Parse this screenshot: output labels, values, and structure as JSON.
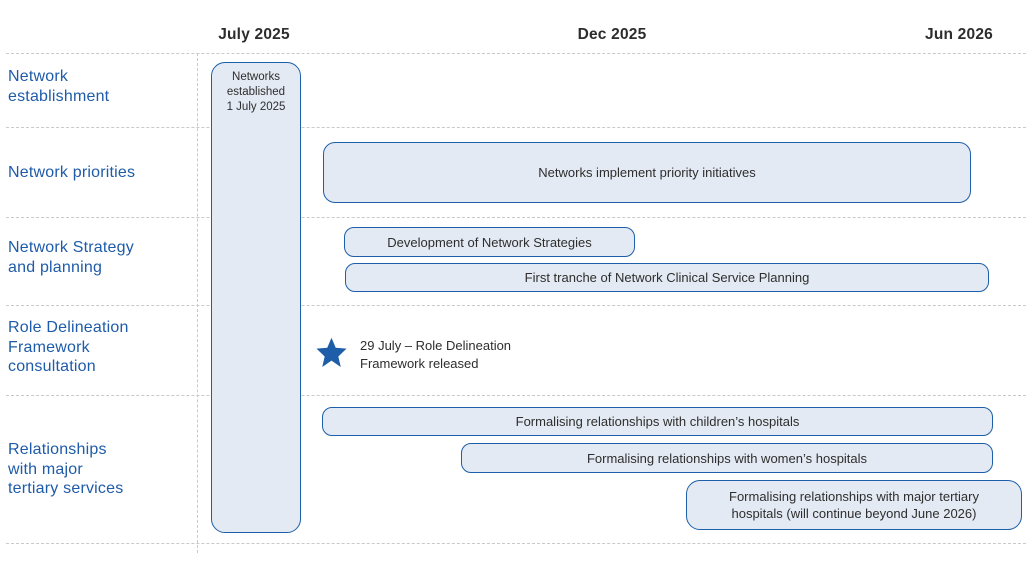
{
  "colors": {
    "label_blue": "#1e5ba9",
    "bar_border_blue": "#1d5fa9",
    "bar_fill": "#e3eaf3",
    "star_blue": "#1e5da8",
    "text_dark": "#2e2e2e",
    "divider_gray": "#c9c9c9",
    "background": "#ffffff"
  },
  "chart_data": {
    "type": "bar",
    "subtype": "gantt-timeline",
    "title": "",
    "grid": "dashed row separators; dashed vertical line separating row labels from timeline",
    "x_tick_labels": [
      "July 2025",
      "Dec 2025",
      "Jun 2026"
    ],
    "x_range": [
      "Jul 2025",
      "Jun 2026"
    ],
    "row_labels": [
      "Network\nestablishment",
      "Network priorities",
      "Network Strategy\nand planning",
      "Role Delineation\nFramework\nconsultation",
      "Relationships\nwith major\ntertiary services"
    ],
    "tasks": [
      {
        "row": "Network establishment",
        "label": "Networks\nestablished\n1 July 2025",
        "start": "2025-07",
        "end": "2025-07",
        "note": "vertical marker column spanning all rows"
      },
      {
        "row": "Network priorities",
        "label": "Networks implement priority initiatives",
        "start": "2025-08",
        "end": "2026-06"
      },
      {
        "row": "Network Strategy and planning",
        "label": "Development of Network Strategies",
        "start": "2025-08",
        "end": "2025-12"
      },
      {
        "row": "Network Strategy and planning",
        "label": "First tranche of Network Clinical Service Planning",
        "start": "2025-08",
        "end": "2026-06"
      },
      {
        "row": "Relationships with major tertiary services",
        "label": "Formalising relationships with children’s hospitals",
        "start": "2025-08",
        "end": "2026-06"
      },
      {
        "row": "Relationships with major tertiary services",
        "label": "Formalising relationships with women’s hospitals",
        "start": "2025-10",
        "end": "2026-06"
      },
      {
        "row": "Relationships with major tertiary services",
        "label": "Formalising relationships with major tertiary\nhospitals (will continue beyond June 2026)",
        "start": "2026-01",
        "end": "2026-06+",
        "note": "will continue beyond June 2026"
      }
    ],
    "milestones": [
      {
        "row": "Role Delineation Framework consultation",
        "marker": "star",
        "date": "2025-07-29",
        "label": "29 July – Role Delineation\nFramework released"
      }
    ]
  }
}
